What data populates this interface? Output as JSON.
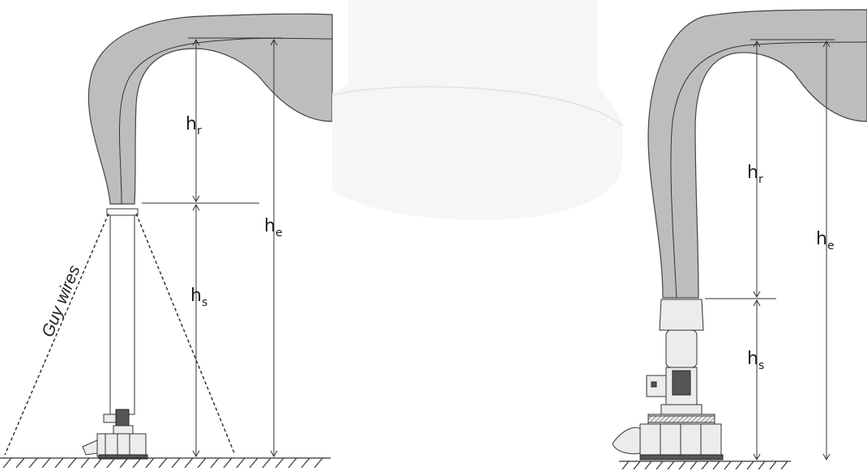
{
  "left": {
    "h_r": {
      "base": "h",
      "sub": "r"
    },
    "h_s": {
      "base": "h",
      "sub": "s"
    },
    "h_e": {
      "base": "h",
      "sub": "e"
    },
    "guy_wires": "Guy wires"
  },
  "right": {
    "h_r": {
      "base": "h",
      "sub": "r"
    },
    "h_s": {
      "base": "h",
      "sub": "s"
    },
    "h_e": {
      "base": "h",
      "sub": "e"
    }
  },
  "colors": {
    "plume": "#bdbdbd",
    "stroke": "#333333",
    "cone": "#f5f5f5"
  }
}
